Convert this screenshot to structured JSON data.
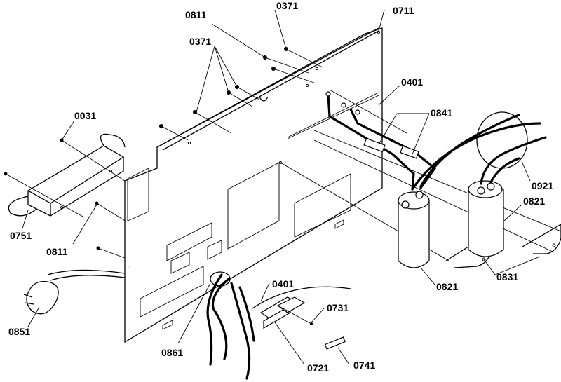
{
  "callouts": [
    {
      "id": "c1",
      "text": "0811"
    },
    {
      "id": "c2",
      "text": "0371"
    },
    {
      "id": "c3",
      "text": "0711"
    },
    {
      "id": "c4",
      "text": "0371"
    },
    {
      "id": "c5",
      "text": "0401"
    },
    {
      "id": "c6",
      "text": "0031"
    },
    {
      "id": "c7",
      "text": "0841"
    },
    {
      "id": "c8",
      "text": "0921"
    },
    {
      "id": "c9",
      "text": "0821"
    },
    {
      "id": "c10",
      "text": "0751"
    },
    {
      "id": "c11",
      "text": "0811"
    },
    {
      "id": "c12",
      "text": "0401"
    },
    {
      "id": "c13",
      "text": "0731"
    },
    {
      "id": "c14",
      "text": "0831"
    },
    {
      "id": "c15",
      "text": "0821"
    },
    {
      "id": "c16",
      "text": "0851"
    },
    {
      "id": "c17",
      "text": "0861"
    },
    {
      "id": "c18",
      "text": "0721"
    },
    {
      "id": "c19",
      "text": "0741"
    }
  ]
}
